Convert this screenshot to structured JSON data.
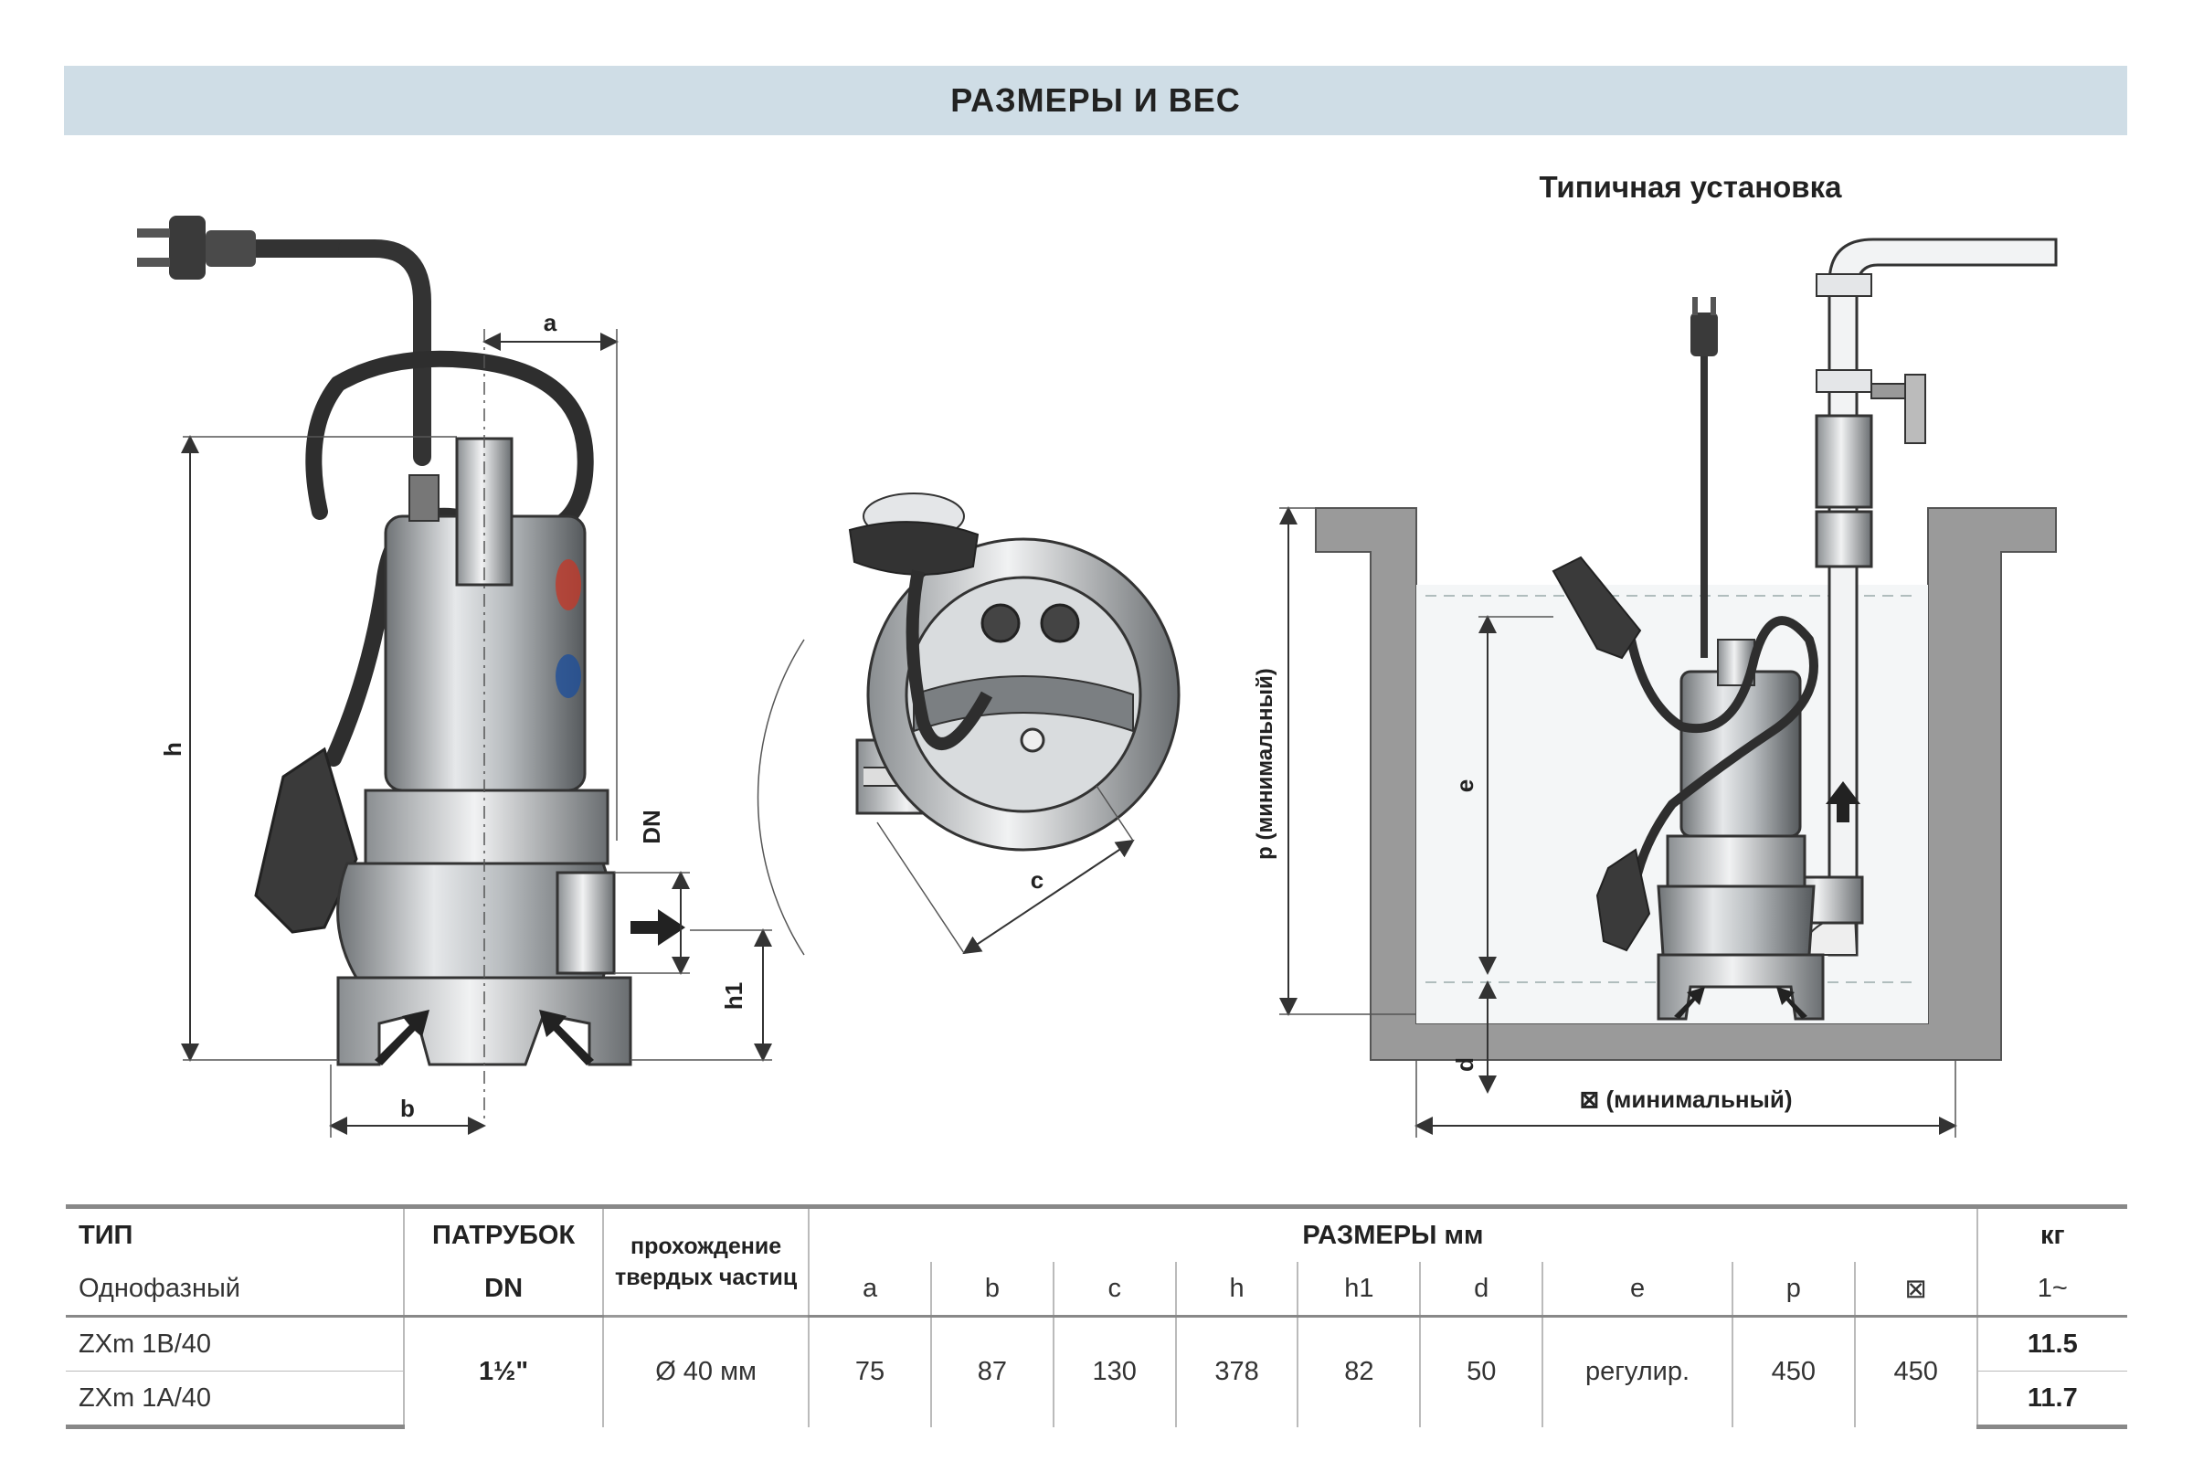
{
  "header": {
    "title": "РАЗМЕРЫ И ВЕС"
  },
  "install": {
    "title": "Типичная установка"
  },
  "diagram_labels": {
    "a": "a",
    "b": "b",
    "c": "c",
    "h": "h",
    "h1": "h1",
    "dn": "DN",
    "e": "e",
    "d": "d",
    "p": "p  (минимальный)",
    "square": "⊠ (минимальный)"
  },
  "table": {
    "head": {
      "type": "ТИП",
      "phase": "Однофазный",
      "outlet": "ПАТРУБОК",
      "outlet_sub": "DN",
      "passage_l1": "прохождение",
      "passage_l2": "твердых частиц",
      "dims": "РАЗМЕРЫ  мм",
      "kg": "кг",
      "kg_sub": "1~",
      "cols": [
        "a",
        "b",
        "c",
        "h",
        "h1",
        "d",
        "e",
        "p",
        "⊠"
      ]
    },
    "dn_value": "1½\"",
    "passage_value": "Ø 40 мм",
    "dims_values": [
      "75",
      "87",
      "130",
      "378",
      "82",
      "50",
      "регулир.",
      "450",
      "450"
    ],
    "rows": [
      {
        "type": "ZXm 1B/40",
        "kg": "11.5"
      },
      {
        "type": "ZXm 1A/40",
        "kg": "11.7"
      }
    ]
  }
}
